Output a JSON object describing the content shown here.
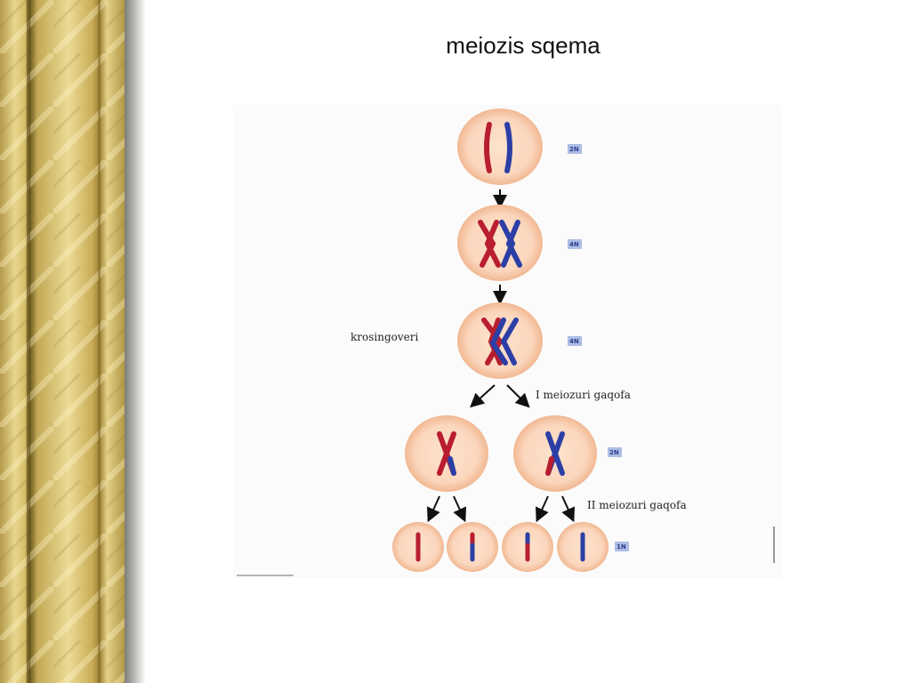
{
  "slide": {
    "title": "meiozis sqema",
    "column_colors": {
      "light": "#e8d68e",
      "mid": "#c9ad58",
      "dark": "#8a7428"
    }
  },
  "diagram": {
    "labels": {
      "crossing_over": "krosingoveri",
      "meiotic_division_1": "I meiozuri gaqofa",
      "meiotic_division_2": "II meiozuri gaqofa"
    },
    "ploidy": [
      "2N",
      "4N",
      "4N",
      "2N",
      "1N"
    ],
    "colors": {
      "cell_fill": "#fbd8c0",
      "cell_rim": "#f3b998",
      "maternal_chromosome": "#b81e30",
      "paternal_chromosome": "#2c3fa6",
      "ploidy_badge": "#aebce4"
    }
  }
}
